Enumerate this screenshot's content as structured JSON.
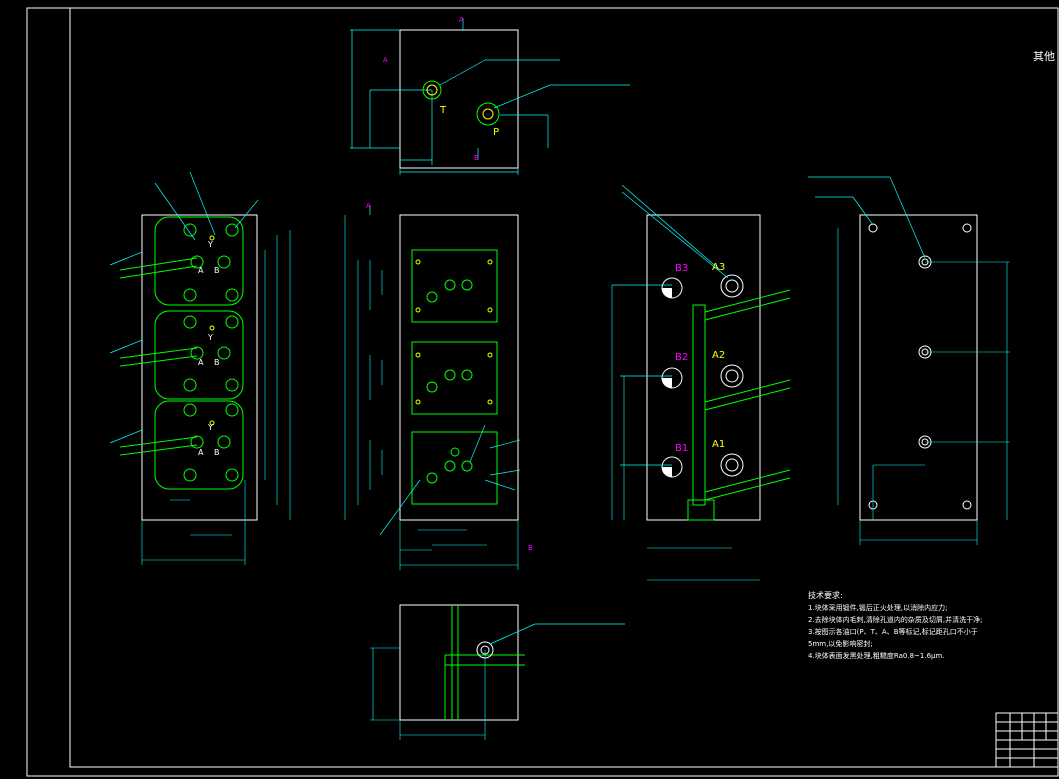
{
  "title_right": "其他",
  "port_labels": {
    "top_T": "T",
    "top_P": "P",
    "left_A": "A",
    "left_B": "B",
    "left_Y": "Y",
    "right_A1": "A1",
    "right_A2": "A2",
    "right_A3": "A3",
    "right_B1": "B1",
    "right_B2": "B2",
    "right_B3": "B3"
  },
  "notes": {
    "heading": "技术要求:",
    "items": [
      "1.块体采用锻件,锻后正火处理,以消除内应力;",
      "2.去除块体内毛刺,清除孔道内的杂质及切屑,并清洗干净;",
      "3.按图示各油口(P、T、A、B等标记,标记距孔口不小于",
      "5mm,以免影响密封;",
      "4.块体表面发黑处理,粗糙度Ra0.8~1.6μm."
    ]
  },
  "colors": {
    "background": "#000000",
    "outline": "#ffffff",
    "green": "#00ff00",
    "yellow": "#ffff00",
    "cyan": "#00ffff",
    "magenta": "#ff00ff"
  }
}
